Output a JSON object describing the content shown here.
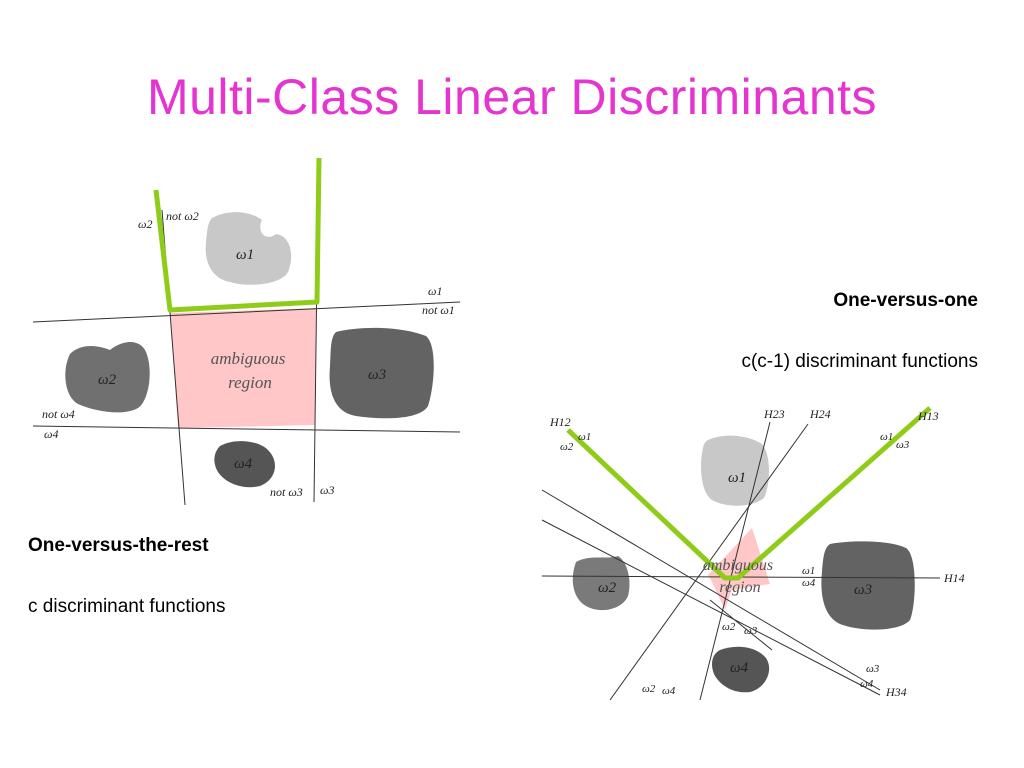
{
  "slide": {
    "title": "Multi-Class Linear Discriminants"
  },
  "ovr": {
    "heading": "One-versus-the-rest",
    "description": "c discriminant functions",
    "labels": {
      "w1": "ω1",
      "w2": "ω2",
      "w3": "ω3",
      "w4": "ω4",
      "ambiguous_line1": "ambiguous",
      "ambiguous_line2": "region",
      "not_w1": "not ω1",
      "not_w2": "not ω2",
      "not_w3": "not ω3",
      "not_w4": "not ω4",
      "line_w1": "ω1",
      "line_w2": "ω2",
      "line_w3": "ω3",
      "line_w4": "ω4"
    }
  },
  "ovo": {
    "heading": "One-versus-one",
    "description": "c(c-1) discriminant functions",
    "labels": {
      "w1": "ω1",
      "w2": "ω2",
      "w3": "ω3",
      "w4": "ω4",
      "ambiguous_line1": "ambiguous",
      "ambiguous_line2": "region",
      "H12": "H12",
      "H13": "H13",
      "H14": "H14",
      "H23": "H23",
      "H24": "H24",
      "H34": "H34",
      "h12_a": "ω1",
      "h12_b": "ω2",
      "h13_a": "ω1",
      "h13_b": "ω3",
      "h14_a": "ω1",
      "h14_b": "ω4",
      "h23_a": "ω2",
      "h23_b": "ω3",
      "h24_a": "ω2",
      "h24_b": "ω4",
      "h34_a": "ω3",
      "h34_b": "ω4"
    }
  },
  "colors": {
    "title": "#e535d0",
    "highlight": "#8fcc1a",
    "ambiguous_fill": "#ffc7c7",
    "class_light": "#c8c8c8",
    "class_dark": "#636363",
    "class_mid": "#7a7a7a"
  }
}
